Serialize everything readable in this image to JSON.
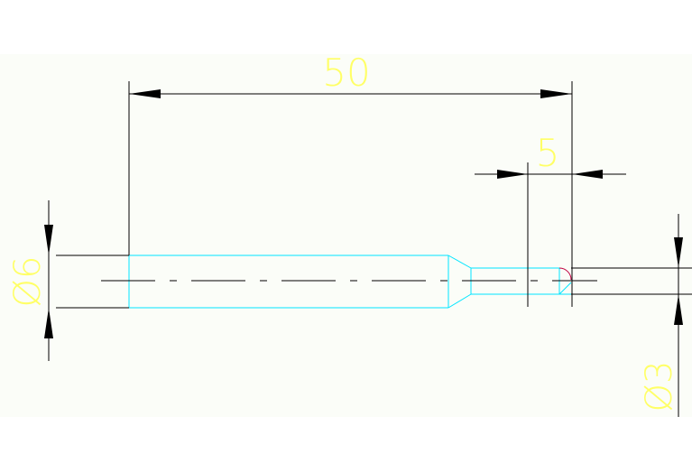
{
  "drawing": {
    "background_color": "#ffffff",
    "sheet_color": "#fbfdf8",
    "dimension_line_color": "#000000",
    "dimension_text_color": "#ffff66",
    "part_outline_color": "#00e5ff",
    "center_line_color": "#000000",
    "fillet_color": "#c00040",
    "dimensions": {
      "overall_length": "50",
      "tip_length": "5",
      "large_diameter": "Ø6",
      "small_diameter": "Ø3"
    }
  }
}
